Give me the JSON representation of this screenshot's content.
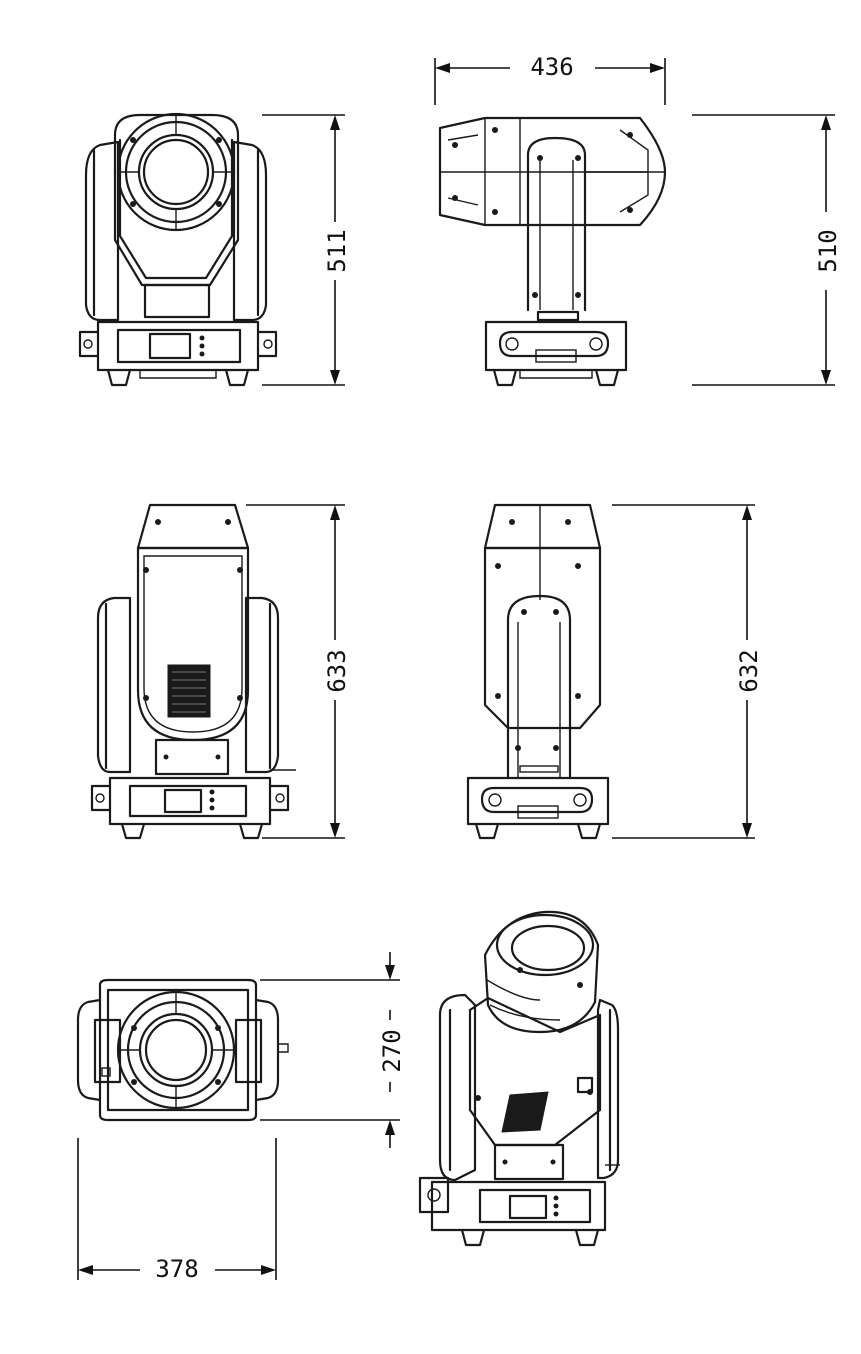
{
  "dimensions": {
    "front_height": "511",
    "side_width": "436",
    "side_height": "510",
    "rear_height": "633",
    "rear_side_height": "632",
    "top_depth": "270",
    "top_width": "378"
  },
  "colors": {
    "line": "#1a1a1a",
    "background": "#ffffff"
  }
}
